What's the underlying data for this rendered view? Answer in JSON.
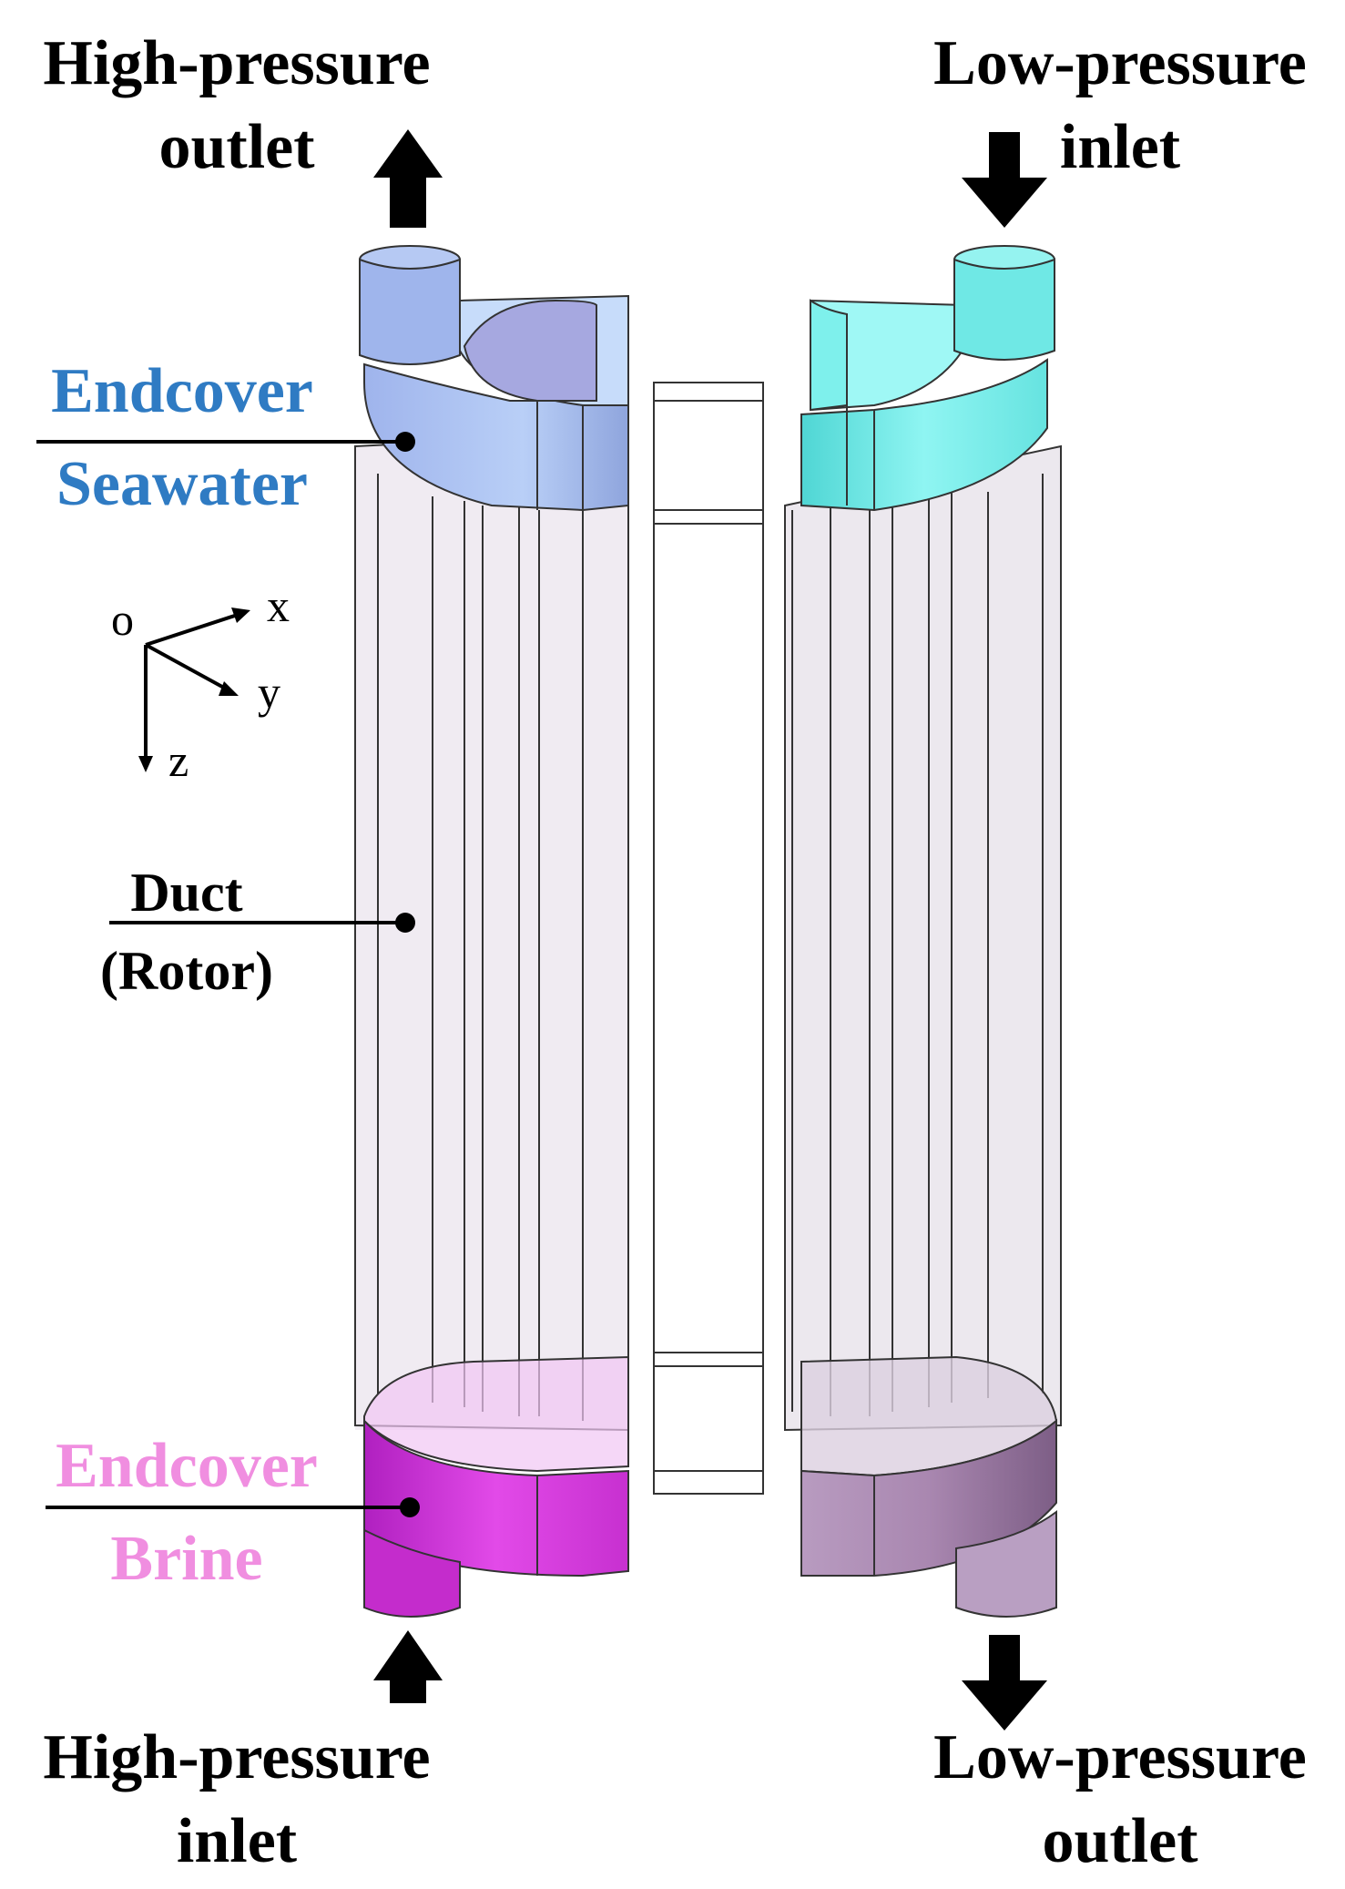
{
  "labels": {
    "hp_outlet": [
      "High-pressure",
      "outlet"
    ],
    "lp_inlet": [
      "Low-pressure",
      "inlet"
    ],
    "hp_inlet": [
      "High-pressure",
      "inlet"
    ],
    "lp_outlet": [
      "Low-pressure",
      "outlet"
    ],
    "endcover_seawater": [
      "Endcover",
      "Seawater"
    ],
    "endcover_brine": [
      "Endcover",
      "Brine"
    ],
    "duct_rotor": [
      "Duct",
      "(Rotor)"
    ]
  },
  "axes": {
    "origin": "o",
    "x": "x",
    "y": "y",
    "z": "z"
  },
  "colors": {
    "seawater_label": "#2f7bc3",
    "brine_label": "#f08ee0",
    "seawater_endcover_left": "#a9c2f2",
    "seawater_endcover_right": "#7ff0ee",
    "brine_endcover_left": "#d23ad8",
    "brine_endcover_right": "#9e7ba6",
    "duct_fill": "#f1ecf3",
    "outline": "#333333"
  }
}
